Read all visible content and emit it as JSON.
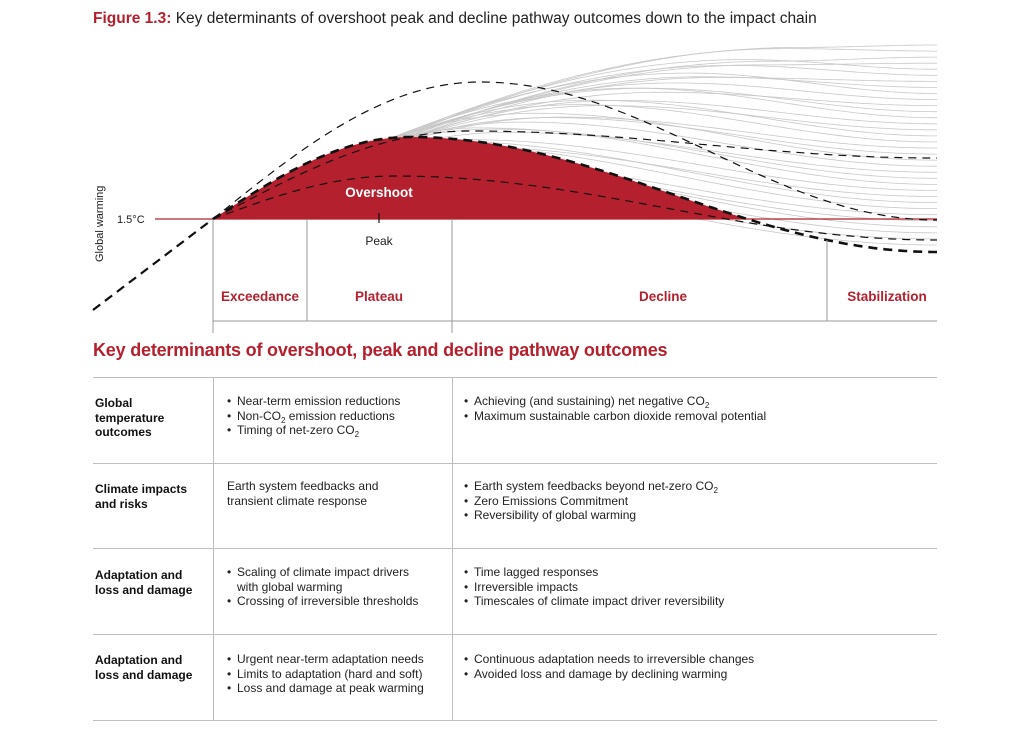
{
  "figure": {
    "number": "Figure 1.3:",
    "title": " Key determinants of overshoot peak and decline pathway outcomes down to the impact chain"
  },
  "diagram": {
    "y_axis_label": "Global warming",
    "threshold_label": "1.5°C",
    "overshoot_label": "Overshoot",
    "peak_label": "Peak",
    "colors": {
      "accent": "#b5202e",
      "curves": "#c8c8c8",
      "dividers": "#9a9a9a"
    },
    "phases": [
      {
        "label": "Exceedance"
      },
      {
        "label": "Plateau"
      },
      {
        "label": "Decline"
      },
      {
        "label": "Stabilization"
      }
    ]
  },
  "table": {
    "title": "Key determinants of overshoot, peak and decline pathway outcomes",
    "rows": [
      {
        "label": "Global temperature outcomes",
        "left": [
          {
            "text": "Near-term emission reductions"
          },
          {
            "text": "Non-CO",
            "sub": "2",
            "after": " emission reductions"
          },
          {
            "text": "Timing of net-zero CO",
            "sub": "2",
            "after": ""
          }
        ],
        "right": [
          {
            "text": "Achieving (and sustaining) net negative CO",
            "sub": "2",
            "after": ""
          },
          {
            "text": "Maximum sustainable carbon dioxide removal potential"
          }
        ]
      },
      {
        "label": "Climate impacts and risks",
        "left_plain": "Earth system feedbacks and\ntransient climate response",
        "right": [
          {
            "text": "Earth system feedbacks beyond net-zero CO",
            "sub": "2",
            "after": ""
          },
          {
            "text": "Zero Emissions Commitment"
          },
          {
            "text": "Reversibility of global warming"
          }
        ]
      },
      {
        "label": "Adaptation and loss and damage",
        "left": [
          {
            "text": "Scaling of climate impact drivers"
          },
          {
            "text": "with global warming",
            "continuation": true
          },
          {
            "text": "Crossing of irreversible thresholds"
          }
        ],
        "right": [
          {
            "text": "Time lagged responses"
          },
          {
            "text": "Irreversible impacts"
          },
          {
            "text": "Timescales of climate impact driver reversibility"
          }
        ]
      },
      {
        "label": "Adaptation and loss and damage",
        "left": [
          {
            "text": "Urgent near-term adaptation needs"
          },
          {
            "text": "Limits to adaptation (hard and soft)"
          },
          {
            "text": "Loss and damage at peak warming"
          }
        ],
        "right": [
          {
            "text": "Continuous adaptation needs to irreversible changes"
          },
          {
            "text": "Avoided loss and damage by declining warming"
          }
        ]
      }
    ]
  }
}
